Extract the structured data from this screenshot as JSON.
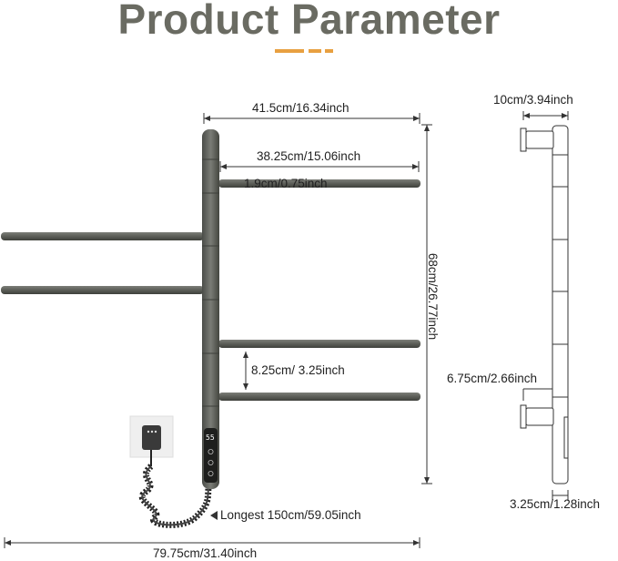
{
  "title": "Product Parameter",
  "labels": {
    "total_height": "68cm/26.77inch",
    "main_width": "41.5cm/16.34inch",
    "bar_length": "38.25cm/15.06inch",
    "bar_diameter": "1.9cm/0.75inch",
    "bar_spacing": "8.25cm/ 3.25inch",
    "cord_length": "Longest 150cm/59.05inch",
    "total_width": "79.75cm/31.40inch",
    "side_depth": "10cm/3.94inch",
    "side_offset": "6.75cm/2.66inch",
    "side_pole": "3.25cm/1.28inch",
    "display_temp": "55"
  },
  "colors": {
    "title": "#6a6b62",
    "accent": "#e8a040",
    "rail": "#5a5c58",
    "dim": "#333333"
  }
}
